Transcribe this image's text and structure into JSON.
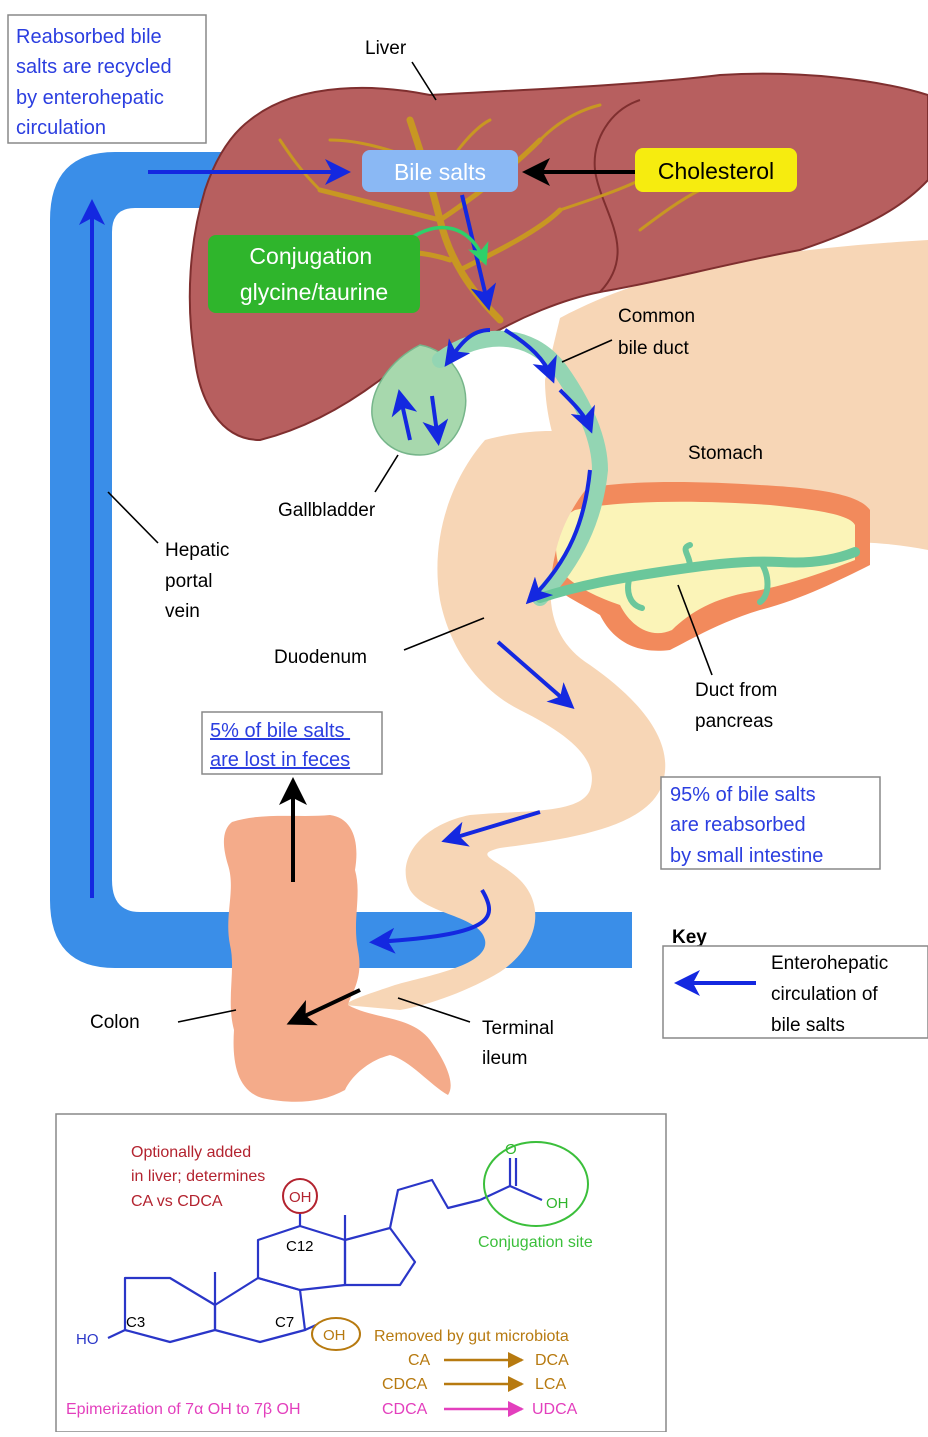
{
  "colors": {
    "liver": "#b75f5f",
    "liver_dark": "#7f2f2f",
    "bile_tree": "#c89722",
    "vein": "#3a8ee8",
    "intestine": "#f7d6b6",
    "colon": "#f4ab8a",
    "bile_duct": "#93d5b3",
    "gallbladder": "#a7d8ad",
    "pancreas_outer": "#f28a5c",
    "pancreas_inner": "#fbf4b8",
    "arrow_blue": "#1428e0",
    "arrow_black": "#000000",
    "text_blue": "#2b3ee0",
    "box_bile_salts": "#8ab8f4",
    "box_cholesterol": "#f6ec0f",
    "box_conjugation": "#2fb52c",
    "molecule_blue": "#2a36c8",
    "molecule_red": "#b3232f",
    "molecule_green": "#3bbf3b",
    "molecule_brown": "#b77a10",
    "molecule_pink": "#e33fbd"
  },
  "callouts": {
    "reabsorbed_recycled": [
      "Reabsorbed bile",
      "salts are recycled",
      "by enterohepatic",
      "circulation"
    ],
    "lost_feces": [
      "5% of bile salts",
      "are lost in feces"
    ],
    "reabsorbed_95": [
      "95% of bile salts",
      "are reabsorbed",
      "by small intestine"
    ]
  },
  "boxes": {
    "bile_salts": "Bile salts",
    "cholesterol": "Cholesterol",
    "conjugation": [
      "Conjugation",
      "glycine/taurine"
    ]
  },
  "labels": {
    "liver": "Liver",
    "common_bile_duct": [
      "Common",
      "bile duct"
    ],
    "stomach": "Stomach",
    "gallbladder": "Gallbladder",
    "hepatic_portal_vein": [
      "Hepatic",
      "portal",
      "vein"
    ],
    "duodenum": "Duodenum",
    "duct_pancreas": [
      "Duct from",
      "pancreas"
    ],
    "colon": "Colon",
    "terminal_ileum": [
      "Terminal",
      "ileum"
    ]
  },
  "key": {
    "title": "Key",
    "entry": [
      "Enterohepatic",
      "circulation of",
      "bile salts"
    ]
  },
  "molecule": {
    "optional_note": [
      "Optionally added",
      "in liver; determines",
      "CA vs CDCA"
    ],
    "oh_12": "OH",
    "c12": "C12",
    "c3": "C3",
    "c7": "C7",
    "ho": "HO",
    "oh_7": "OH",
    "o_top": "O",
    "oh_acid": "OH",
    "conjugation_site": "Conjugation site",
    "removed_note": "Removed by gut microbiota",
    "conversions": [
      {
        "from": "CA",
        "to": "DCA"
      },
      {
        "from": "CDCA",
        "to": "LCA"
      }
    ],
    "epimerization": {
      "label": "Epimerization of 7α OH to 7β OH",
      "from": "CDCA",
      "to": "UDCA"
    }
  }
}
